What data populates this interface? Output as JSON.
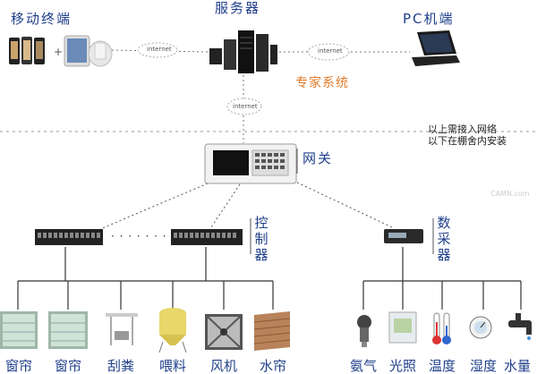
{
  "top": {
    "mobile_label": "移动终端",
    "server_label": "服务器",
    "pc_label": "PC机端",
    "expert_label": "专家系统",
    "plus": "+"
  },
  "clouds": {
    "left": "internet",
    "right": "internet",
    "center": "internet"
  },
  "note": {
    "line1": "以上需接入网络",
    "line2": "以下在棚舍内安装"
  },
  "gateway_label": "网关",
  "controller_label": [
    "控",
    "制",
    "器"
  ],
  "collector_label": [
    "数",
    "采",
    "器"
  ],
  "dots": "· · · · · · ·",
  "controller_outputs": [
    "窗帘",
    "窗帘",
    "刮粪",
    "喂料",
    "风机",
    "水帘"
  ],
  "collector_inputs": [
    "氨气",
    "光照",
    "温度",
    "湿度",
    "水量"
  ],
  "watermark": "CAMN.com",
  "colors": {
    "label_blue": "#1f3f8a",
    "expert_orange": "#e07a2a",
    "line": "#333333"
  }
}
